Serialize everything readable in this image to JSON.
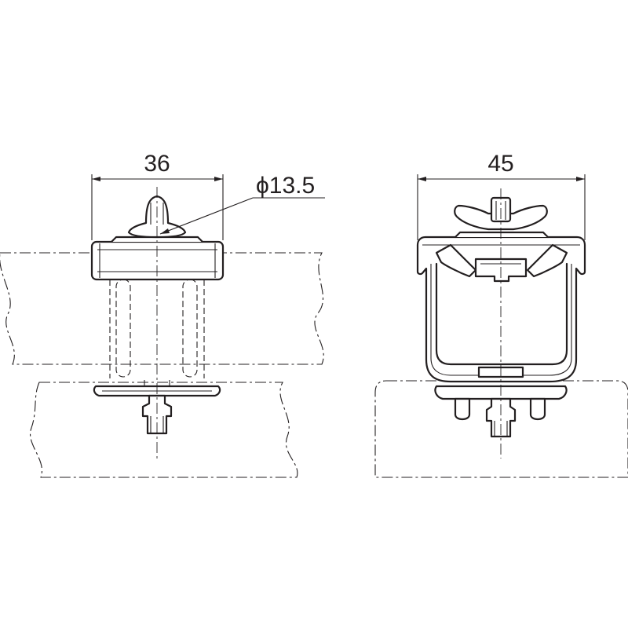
{
  "left_view": {
    "width_dimension": "36",
    "diameter_dimension": "ϕ13.5"
  },
  "right_view": {
    "width_dimension": "45"
  }
}
